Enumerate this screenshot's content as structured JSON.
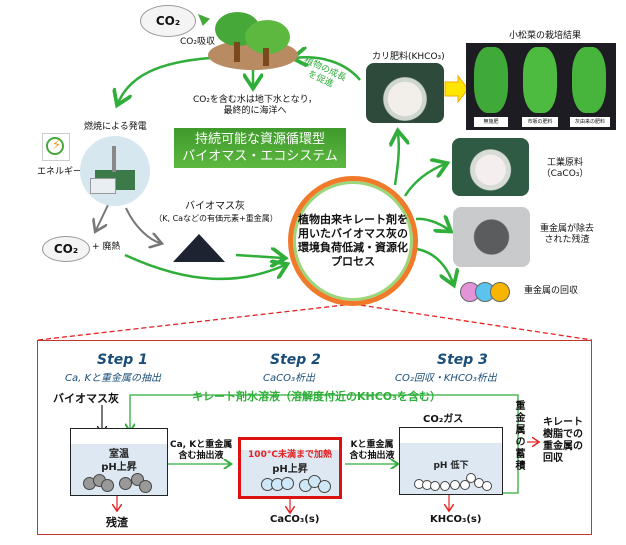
{
  "top_cycle": {
    "co2_cloud_top": "CO₂",
    "co2_absorb": "CO₂吸収",
    "groundwater_note": [
      "CO₂を含む水は地下水となり，",
      "最終的に海洋へ"
    ],
    "plant_growth": [
      "植物の成長",
      "を促進"
    ],
    "combustion_power": "燃焼による発電",
    "energy": "エネルギー",
    "co2_cloud_bottom": "CO₂",
    "plus_waste_heat": "+ 廃熱",
    "biomass_ash": "バイオマス灰",
    "biomass_ash_sub": "（K, Caなどの有価元素+重金属）",
    "title_box": [
      "持続可能な資源循環型",
      "バイオマス・エコシステム"
    ],
    "center_circle": [
      "植物由来キレート剤を",
      "用いたバイオマス灰の",
      "環境負荷低減・資源化",
      "プロセス"
    ],
    "potash_fertilizer": "カリ肥料(KHCO₃)",
    "komatsuna_title": "小松菜の栽培結果",
    "komatsuna_labels": [
      "無施肥",
      "市販の肥料",
      "灰由来の肥料"
    ],
    "industrial_material": [
      "工業原料",
      "（CaCO₃）"
    ],
    "residue_removed": [
      "重金属が除去",
      "された残渣"
    ],
    "heavy_metal_recovery": "重金属の回収",
    "metal_colors": [
      "#e394d8",
      "#5bc3ee",
      "#f7b500"
    ]
  },
  "process": {
    "steps": [
      {
        "title": "Step 1",
        "subtitle": "Ca, Kと重金属の抽出"
      },
      {
        "title": "Step 2",
        "subtitle": "CaCO₃析出"
      },
      {
        "title": "Step 3",
        "subtitle": "CO₂回収・KHCO₃析出"
      }
    ],
    "biomass_ash_input": "バイオマス灰",
    "chelate_solution": "キレート剤水溶液（溶解度付近のKHCO₃を含む）",
    "tank1": [
      "室温",
      "pH上昇"
    ],
    "tank1_output": "残渣",
    "flow1": [
      "Ca, Kと重金属",
      "含む抽出液"
    ],
    "tank2_heat": "100°C未満まで加熱",
    "tank2": "pH上昇",
    "tank2_output": "CaCO₃(s)",
    "flow2": [
      "Kと重金属",
      "含む抽出液"
    ],
    "co2_gas": "CO₂ガス",
    "tank3": "pH 低下",
    "tank3_output": "KHCO₃(s)",
    "accumulation": "重金属の蓄積",
    "resin_recovery": [
      "キレート",
      "樹脂での",
      "重金属の",
      "回収"
    ]
  }
}
